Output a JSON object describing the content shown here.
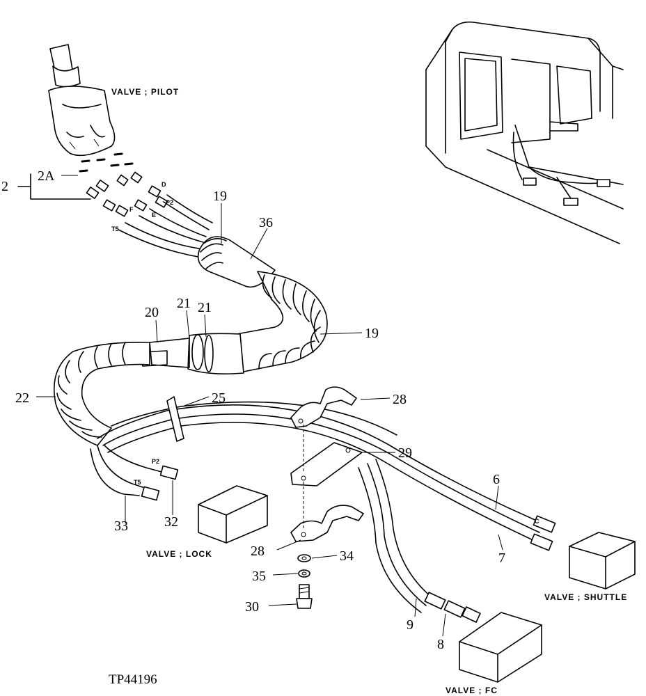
{
  "drawing_id": "TP44196",
  "labels": {
    "valve_pilot": "VALVE ; PILOT",
    "valve_lock": "VALVE ; LOCK",
    "valve_shuttle": "VALVE ; SHUTTLE",
    "valve_fc": "VALVE ; FC"
  },
  "callouts": {
    "c2": "2",
    "c2a": "2A",
    "c19a": "19",
    "c36": "36",
    "c20": "20",
    "c21a": "21",
    "c21b": "21",
    "c19b": "19",
    "c22": "22",
    "c25": "25",
    "c28a": "28",
    "c29": "29",
    "c6": "6",
    "c7": "7",
    "c28b": "28",
    "c34": "34",
    "c35": "35",
    "c30": "30",
    "c9": "9",
    "c8": "8",
    "c33": "33",
    "c32": "32"
  },
  "port_marks": {
    "d": "D",
    "p2_top": "P2",
    "f": "F",
    "e": "E",
    "c": "C",
    "t5_top": "T5",
    "p2_low": "P2",
    "t5_low": "T5"
  }
}
